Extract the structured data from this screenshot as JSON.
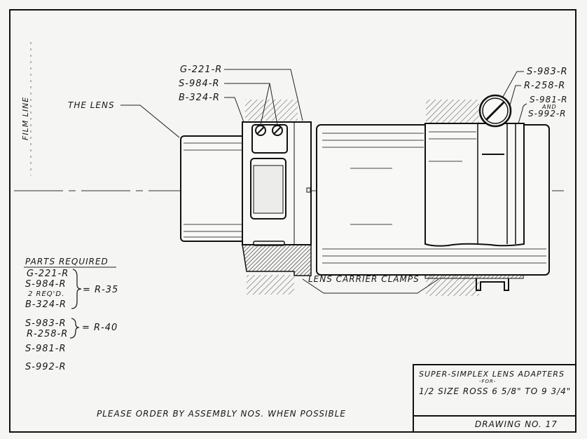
{
  "labels": {
    "film_line": "FILM LINE",
    "the_lens": "THE LENS",
    "g221": "G-221-R",
    "s984": "S-984-R",
    "b324": "B-324-R",
    "s983": "S-983-R",
    "r258": "R-258-R",
    "s981": "S-981-R",
    "and": "AND",
    "s992": "S-992-R",
    "clamps": "LENS CARRIER CLAMPS"
  },
  "parts": {
    "title": "PARTS REQUIRED",
    "group1": [
      "G-221-R",
      "S-984-R",
      "2 REQ'D.",
      "B-324-R"
    ],
    "group1_total": "= R-35",
    "group2": [
      "S-983-R",
      "R-258-R"
    ],
    "group2_total": "= R-40",
    "single1": "S-981-R",
    "single2": "S-992-R"
  },
  "note": "PLEASE ORDER BY ASSEMBLY NOS. WHEN POSSIBLE",
  "title_block": {
    "line1": "SUPER-SIMPLEX LENS ADAPTERS",
    "line2": "-FOR-",
    "line3": "1/2 SIZE ROSS  6 5/8\" TO 9 3/4\"",
    "drawing_no": "DRAWING NO. 17"
  }
}
